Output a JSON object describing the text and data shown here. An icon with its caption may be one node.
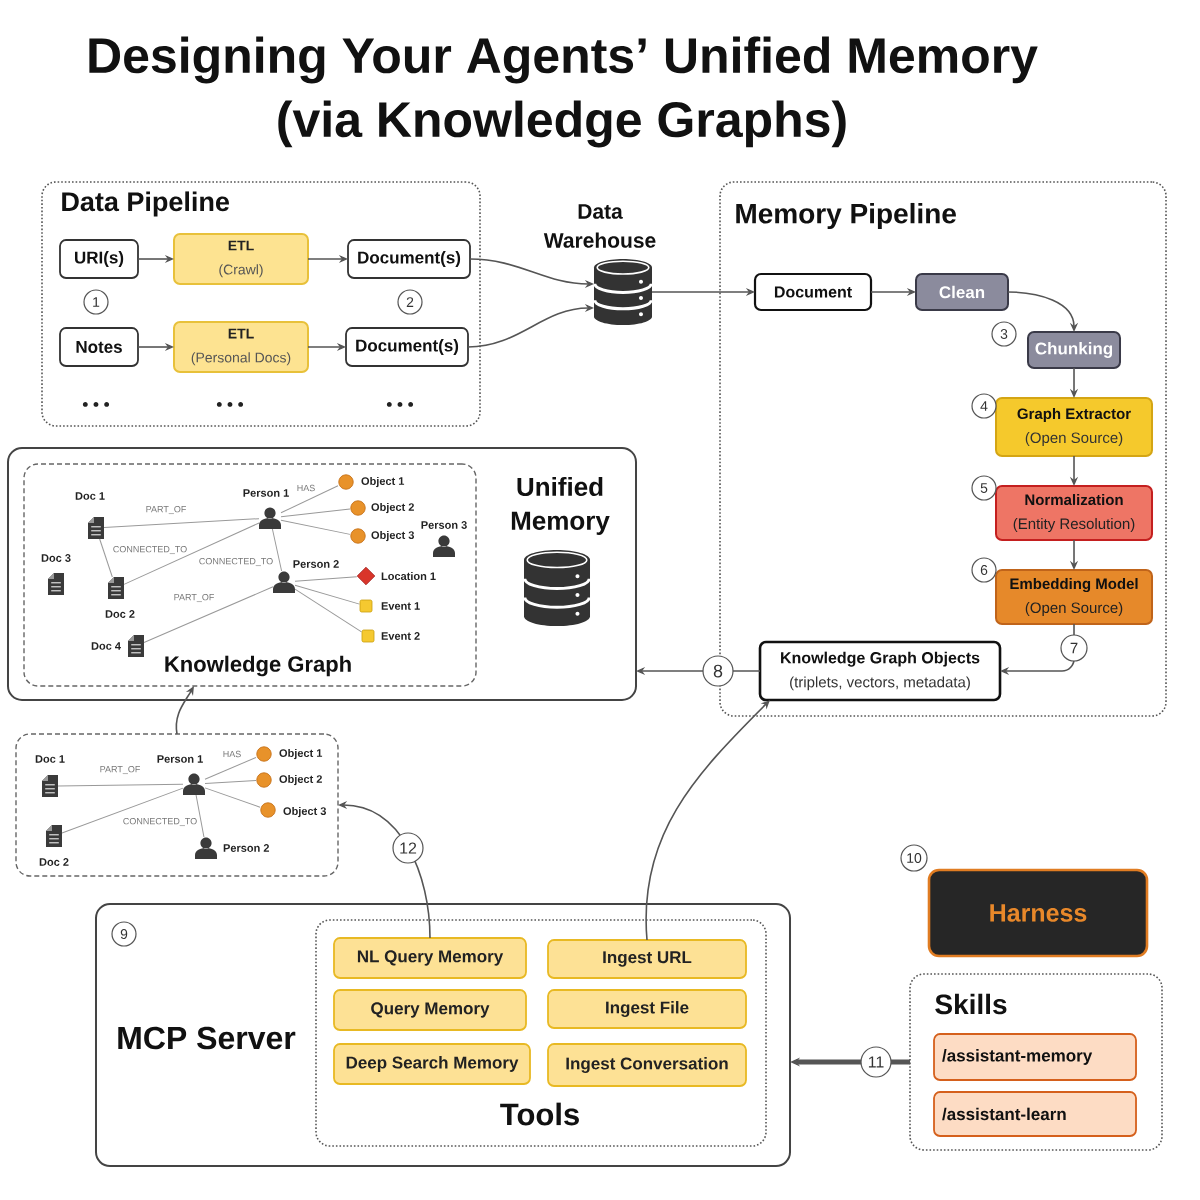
{
  "diagram": {
    "title": "Designing Your Agents’ Unified Memory (via Knowledge Graphs)",
    "nodes": [
      {
        "text": [
          "Data Pipeline"
        ]
      },
      {
        "text": [
          "URI(s)"
        ],
        "in": 0
      },
      {
        "text": [
          "ETL",
          "(Crawl)"
        ],
        "in": 0
      },
      {
        "text": [
          "Document(s)"
        ],
        "in": 0
      },
      {
        "text": [
          "Notes"
        ],
        "in": 0
      },
      {
        "text": [
          "ETL",
          "(Personal Docs)"
        ],
        "in": 0
      },
      {
        "text": [
          "Document(s)"
        ],
        "in": 0
      },
      {
        "text": [
          "Data Warehouse"
        ]
      },
      {
        "text": [
          "Memory Pipeline"
        ]
      },
      {
        "text": [
          "Document"
        ],
        "in": 8
      },
      {
        "text": [
          "Clean"
        ],
        "in": 8
      },
      {
        "text": [
          "Chunking"
        ],
        "in": 8,
        "beside": [
          "3"
        ]
      },
      {
        "text": [
          "Graph Extractor",
          "(Open Source)"
        ],
        "in": 8,
        "beside": [
          "4"
        ]
      },
      {
        "text": [
          "Normalization",
          "(Entity Resolution)"
        ],
        "in": 8,
        "beside": [
          "5"
        ]
      },
      {
        "text": [
          "Embedding Model",
          "(Open Source)"
        ],
        "in": 8,
        "beside": [
          "6"
        ]
      },
      {
        "text": [
          "Knowledge Graph Objects",
          "(triplets, vectors, metadata)"
        ],
        "in": 8
      },
      {
        "text": [
          "Unified Memory"
        ]
      },
      {
        "text": [
          "Knowledge Graph"
        ],
        "in": 16
      },
      {
        "text": [
          "Doc 1"
        ],
        "in": 17
      },
      {
        "text": [
          "Doc 2"
        ],
        "in": 17
      },
      {
        "text": [
          "Doc 3"
        ],
        "in": 17
      },
      {
        "text": [
          "Doc 4"
        ],
        "in": 17
      },
      {
        "text": [
          "Person 1"
        ],
        "in": 17
      },
      {
        "text": [
          "Person 2"
        ],
        "in": 17
      },
      {
        "text": [
          "Person 3"
        ],
        "in": 17
      },
      {
        "text": [
          "Object 1"
        ],
        "in": 17
      },
      {
        "text": [
          "Object 2"
        ],
        "in": 17
      },
      {
        "text": [
          "Object 3"
        ],
        "in": 17
      },
      {
        "text": [
          "Location 1"
        ],
        "in": 17
      },
      {
        "text": [
          "Event 1"
        ],
        "in": 17
      },
      {
        "text": [
          "Event 2"
        ],
        "in": 17
      },
      {
        "text": [],
        "shape": "box"
      },
      {
        "text": [
          "Doc 1"
        ],
        "in": 31
      },
      {
        "text": [
          "Doc 2"
        ],
        "in": 31
      },
      {
        "text": [
          "Person 1"
        ],
        "in": 31
      },
      {
        "text": [
          "Person 2"
        ],
        "in": 31
      },
      {
        "text": [
          "Object 1"
        ],
        "in": 31
      },
      {
        "text": [
          "Object 2"
        ],
        "in": 31
      },
      {
        "text": [
          "Object 3"
        ],
        "in": 31
      },
      {
        "text": [
          "Harness"
        ],
        "beside": [
          "10"
        ]
      },
      {
        "text": [
          "MCP Server"
        ],
        "beside": [
          "9"
        ]
      },
      {
        "text": [
          "Tools"
        ],
        "in": 40
      },
      {
        "text": [
          "NL Query Memory"
        ],
        "in": 41
      },
      {
        "text": [
          "Ingest URL"
        ],
        "in": 41
      },
      {
        "text": [
          "Query Memory"
        ],
        "in": 41
      },
      {
        "text": [
          "Ingest File"
        ],
        "in": 41
      },
      {
        "text": [
          "Deep Search Memory"
        ],
        "in": 41
      },
      {
        "text": [
          "Ingest Conversation"
        ],
        "in": 41
      },
      {
        "text": [
          "Skills"
        ]
      },
      {
        "text": [
          "/assistant-memory"
        ],
        "in": 48
      },
      {
        "text": [
          "/assistant-learn"
        ],
        "in": 48
      }
    ],
    "edges": [
      {
        "from": 1,
        "to": 2,
        "arrow": "to"
      },
      {
        "from": 2,
        "to": 3,
        "arrow": "to"
      },
      {
        "from": 4,
        "to": 5,
        "arrow": "to"
      },
      {
        "from": 5,
        "to": 6,
        "arrow": "to"
      },
      {
        "from": 3,
        "to": 7,
        "arrow": "to"
      },
      {
        "from": 6,
        "to": 7,
        "arrow": "to"
      },
      {
        "from": 7,
        "to": 9,
        "arrow": "to"
      },
      {
        "from": 9,
        "to": 10,
        "arrow": "to"
      },
      {
        "from": 10,
        "to": 11,
        "arrow": "to"
      },
      {
        "from": 11,
        "to": 12,
        "arrow": "to"
      },
      {
        "from": 12,
        "to": 13,
        "arrow": "to"
      },
      {
        "from": 13,
        "to": 14,
        "arrow": "to"
      },
      {
        "from": 14,
        "to": 15,
        "arrow": "to",
        "label": "7"
      },
      {
        "from": 15,
        "to": 16,
        "arrow": "to",
        "label": "8"
      },
      {
        "from": 43,
        "to": 15,
        "arrow": "to"
      },
      {
        "from": 42,
        "to": 31,
        "arrow": "to",
        "label": "12"
      },
      {
        "from": 48,
        "to": 40,
        "arrow": "to",
        "label": "11",
        "style": "thick"
      },
      {
        "from": 31,
        "to": 17,
        "arrow": "to"
      },
      {
        "from": 18,
        "to": 22,
        "arrow": "none",
        "label": "PART_OF",
        "color": "#999999"
      },
      {
        "from": 18,
        "to": 19,
        "arrow": "none",
        "label": "CONNECTED_TO",
        "color": "#999999"
      },
      {
        "from": 19,
        "to": 22,
        "arrow": "none",
        "color": "#999999"
      },
      {
        "from": 22,
        "to": 23,
        "arrow": "none",
        "label": "CONNECTED_TO",
        "color": "#999999"
      },
      {
        "from": 21,
        "to": 23,
        "arrow": "none",
        "label": "PART_OF",
        "color": "#999999"
      },
      {
        "from": 22,
        "to": 25,
        "arrow": "none",
        "label": "HAS",
        "color": "#999999"
      },
      {
        "from": 22,
        "to": 26,
        "arrow": "none",
        "color": "#999999"
      },
      {
        "from": 22,
        "to": 27,
        "arrow": "none",
        "color": "#999999"
      },
      {
        "from": 23,
        "to": 28,
        "arrow": "none",
        "color": "#999999"
      },
      {
        "from": 23,
        "to": 29,
        "arrow": "none",
        "color": "#999999"
      },
      {
        "from": 23,
        "to": 30,
        "arrow": "none",
        "color": "#999999"
      },
      {
        "from": 32,
        "to": 34,
        "arrow": "none",
        "label": "PART_OF",
        "color": "#999999"
      },
      {
        "from": 33,
        "to": 34,
        "arrow": "none",
        "color": "#999999"
      },
      {
        "from": 34,
        "to": 35,
        "arrow": "none",
        "label": "CONNECTED_TO",
        "color": "#999999"
      },
      {
        "from": 34,
        "to": 36,
        "arrow": "none",
        "label": "HAS",
        "color": "#999999"
      },
      {
        "from": 34,
        "to": 37,
        "arrow": "none",
        "color": "#999999"
      },
      {
        "from": 34,
        "to": 38,
        "arrow": "none",
        "color": "#999999"
      }
    ],
    "labels": [
      "1",
      "2",
      "• • •",
      "• • •",
      "• • •"
    ]
  }
}
